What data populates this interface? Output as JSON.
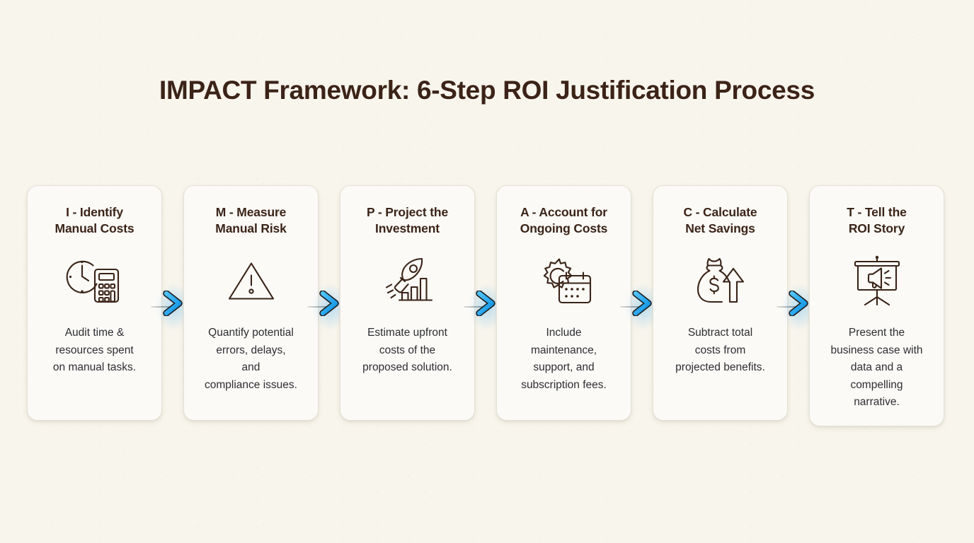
{
  "page": {
    "title": "IMPACT Framework: 6-Step ROI Justification Process",
    "background_color": "#f8f5ec",
    "title_color": "#3c2317",
    "card_background": "#fbfaf7",
    "card_border_color": "#e6e2d8",
    "accent_color": "#29a7ef",
    "icon_color": "#3a2317",
    "body_text_color": "#2e2e32"
  },
  "steps": [
    {
      "letter": "I",
      "heading": "I - Identify\nManual Costs",
      "icon": "clock-calculator-icon",
      "description": "Audit time &\nresources spent\non manual tasks."
    },
    {
      "letter": "M",
      "heading": "M - Measure\nManual Risk",
      "icon": "warning-triangle-icon",
      "description": "Quantify potential\nerrors, delays,\nand\ncompliance issues."
    },
    {
      "letter": "P",
      "heading": "P - Project the\nInvestment",
      "icon": "rocket-growth-chart-icon",
      "description": "Estimate upfront\ncosts of the\nproposed solution."
    },
    {
      "letter": "A",
      "heading": "A - Account for\nOngoing Costs",
      "icon": "gear-calendar-icon",
      "description": "Include\nmaintenance,\nsupport, and\nsubscription fees."
    },
    {
      "letter": "C",
      "heading": "C - Calculate\nNet Savings",
      "icon": "money-bag-up-arrow-icon",
      "description": "Subtract total\ncosts from\nprojected benefits."
    },
    {
      "letter": "T",
      "heading": "T - Tell the\nROI Story",
      "icon": "presentation-megaphone-icon",
      "description": "Present the\nbusiness case with\ndata and a\ncompelling\nnarrative."
    }
  ],
  "connectors": {
    "count": 5,
    "icon": "chevron-right-arrow-icon",
    "color": "#29a7ef"
  }
}
